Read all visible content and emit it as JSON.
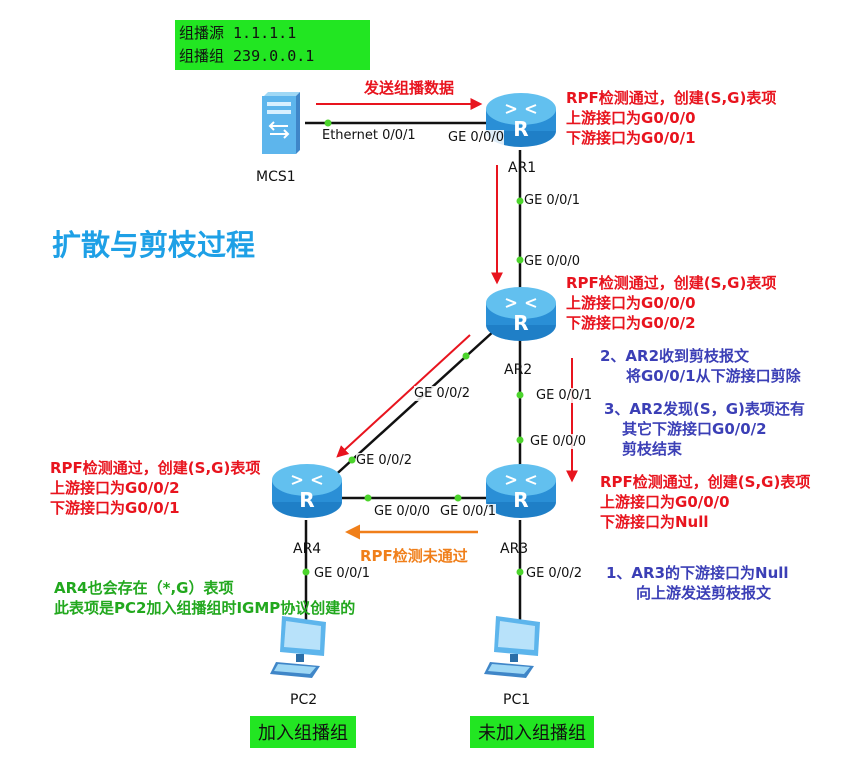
{
  "source_box": {
    "line1": "组播源 1.1.1.1",
    "line2": "组播组 239.0.0.1"
  },
  "title": "扩散与剪枝过程",
  "send_label": "发送组播数据",
  "devices": {
    "mcs": "MCS1",
    "ar1": "AR1",
    "ar2": "AR2",
    "ar3": "AR3",
    "ar4": "AR4",
    "pc1": "PC1",
    "pc2": "PC2"
  },
  "ports": {
    "mcs_eth": "Ethernet 0/0/1",
    "ar1_g000": "GE 0/0/0",
    "ar1_g001": "GE 0/0/1",
    "ar2_g000": "GE 0/0/0",
    "ar2_g002": "GE 0/0/2",
    "ar2_g001": "GE 0/0/1",
    "ar3_g000_top": "GE 0/0/0",
    "ar4_g002": "GE 0/0/2",
    "ar4_g000": "GE 0/0/0",
    "ar3_g001": "GE 0/0/1",
    "ar4_g001": "GE 0/0/1",
    "ar3_g002": "GE 0/0/2"
  },
  "ar1_note": [
    "RPF检测通过，创建(S,G)表项",
    "上游接口为G0/0/0",
    "下游接口为G0/0/1"
  ],
  "ar2_note": [
    "RPF检测通过，创建(S,G)表项",
    "上游接口为G0/0/0",
    "下游接口为G0/0/2"
  ],
  "ar4_note": [
    "RPF检测通过，创建(S,G)表项",
    "上游接口为G0/0/2",
    "下游接口为G0/0/1"
  ],
  "ar3_note": [
    "RPF检测通过，创建(S,G)表项",
    "上游接口为G0/0/0",
    "下游接口为Null"
  ],
  "blue_note_2": [
    "2、AR2收到剪枝报文",
    "将G0/0/1从下游接口剪除"
  ],
  "blue_note_3": [
    "3、AR2发现(S，G)表项还有",
    "其它下游接口G0/0/2",
    "剪枝结束"
  ],
  "blue_note_1": [
    "1、AR3的下游接口为Null",
    "向上游发送剪枝报文"
  ],
  "rpf_fail": "RPF检测未通过",
  "green_note": [
    "AR4也会存在（*,G）表项",
    "此表项是PC2加入组播组时IGMP协议创建的"
  ],
  "pc2_label": "加入组播组",
  "pc1_label": "未加入组播组",
  "colors": {
    "red": "#e8141e",
    "blue": "#3b3fb6",
    "green": "#22a81e",
    "orange": "#f07f1a",
    "title": "#1ea0e6",
    "box": "#22e622"
  }
}
